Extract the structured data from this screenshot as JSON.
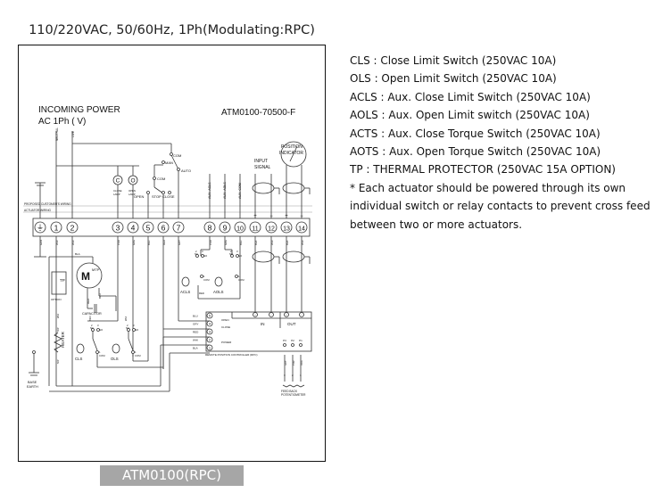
{
  "spec_title": "110/220VAC, 50/60Hz, 1Ph(Modulating:RPC)",
  "caption": "ATM0100(RPC)",
  "diagram": {
    "incoming_power": [
      "INCOMING POWER",
      "AC 1Ph (     V)"
    ],
    "model_number": "ATM0100-70500-F",
    "neutral_label": "NEUTRAL",
    "live_label": "LIVE",
    "selector": {
      "com": "COM",
      "man": "MAN",
      "auto": "AUTO",
      "com2": "COM",
      "open": "OPEN",
      "stop": "STOP",
      "close": "CLOSE"
    },
    "lamps": [
      {
        "glyph": "C",
        "label": [
          "CLOSE",
          "LAMP"
        ]
      },
      {
        "glyph": "O",
        "label": [
          "OPEN",
          "LAMP"
        ]
      }
    ],
    "aux_labels": [
      "AUX. ACLS",
      "AUX. AOLS",
      "AUX. COM"
    ],
    "input_signal": [
      "INPUT",
      "SIGNAL"
    ],
    "position_indicator": [
      "POSITION",
      "INDICATOR"
    ],
    "customer_wiring": "PROPOSED CUSTOMER'S WIRING",
    "actuator_wiring": "ACTUATOR WIRING",
    "polarity": [
      "+",
      "−",
      "+",
      "−"
    ],
    "terminals": [
      "1",
      "2",
      "3",
      "4",
      "5",
      "6",
      "7",
      "8",
      "9",
      "10",
      "11",
      "12",
      "13",
      "14"
    ],
    "terminal_wire_colors": [
      "GRN",
      "WHI",
      "WHI",
      "PUR",
      "GRE",
      "BLU",
      "RED",
      "GRY",
      "PUR",
      "GRE",
      "BLU",
      "BLA",
      "WHI",
      "BLA",
      "WHI"
    ],
    "motor": {
      "glyph": "M",
      "mtp": "MTP",
      "bla": "BLA",
      "red": "RED",
      "blu": "BLU",
      "capacitor": "CAPACITOR"
    },
    "tp": {
      "label": "TP",
      "option": "OPTION"
    },
    "heater": {
      "label": "HEATER",
      "wires": [
        "WHI",
        "50P",
        "50P"
      ]
    },
    "base_earth": [
      "BASE",
      "EARTH"
    ],
    "switch_contacts": {
      "nc": "2\nNC",
      "no": "3\nNO",
      "com": "1\nCOM"
    },
    "switches": [
      "CLS",
      "OLS",
      "ACLS",
      "AOLS"
    ],
    "switch_wires": [
      "BRO",
      "WHI"
    ],
    "acls_red": "RED",
    "rpc": {
      "rows": [
        {
          "color": "BLU",
          "num": "5"
        },
        {
          "color": "GRY",
          "num": "4"
        },
        {
          "color": "RED",
          "num": "3"
        },
        {
          "color": "WHI",
          "num": "2"
        },
        {
          "color": "BLA",
          "num": "1"
        }
      ],
      "open": "OPEN",
      "close": "CLOSE",
      "power": "POWER",
      "in_label": "IN",
      "out_label": "OUT",
      "pots": [
        "P3",
        "P2",
        "P1"
      ],
      "title": "REMOTE POSITION CONTROLLER (RPC)"
    },
    "feedback": {
      "wires": [
        "GRY",
        "PUR",
        "ORA"
      ],
      "nums": [
        "3",
        "2",
        "1"
      ],
      "label": [
        "FEED BACK",
        "POTENTIOMETER"
      ]
    }
  },
  "legend": [
    "CLS : Close Limit Switch (250VAC 10A)",
    "OLS : Open Limit Switch (250VAC 10A)",
    "ACLS : Aux. Close Limit Switch (250VAC 10A)",
    "AOLS : Aux. Open Limit switch (250VAC 10A)",
    "ACTS : Aux. Close Torque Switch (250VAC 10A)",
    "AOTS : Aux. Open Torque Switch (250VAC 10A)",
    "TP : THERMAL PROTECTOR (250VAC 15A OPTION)"
  ],
  "note": "* Each actuator should be powered through its own individual switch or relay contacts to prevent cross feed between two or more actuators."
}
